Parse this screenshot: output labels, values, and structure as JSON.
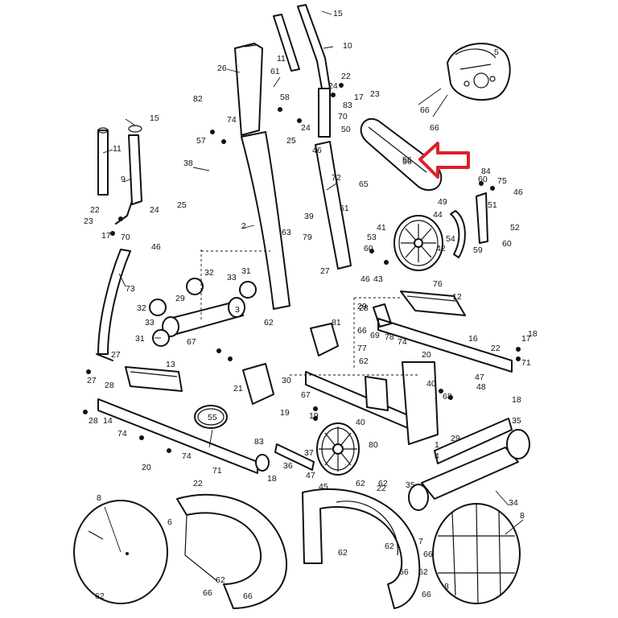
{
  "diagram": {
    "callouts": [
      "15",
      "10",
      "11",
      "5",
      "26",
      "22",
      "61",
      "24",
      "23",
      "82",
      "58",
      "17",
      "83",
      "66",
      "74",
      "15",
      "57",
      "25",
      "24",
      "70",
      "50",
      "66",
      "46",
      "11",
      "38",
      "9",
      "24",
      "25",
      "2",
      "72",
      "65",
      "60",
      "84",
      "75",
      "46",
      "56",
      "22",
      "23",
      "17",
      "70",
      "46",
      "39",
      "63",
      "61",
      "52",
      "49",
      "60",
      "79",
      "44",
      "51",
      "59",
      "41",
      "42",
      "54",
      "53",
      "60",
      "27",
      "46",
      "43",
      "73",
      "32",
      "31",
      "32",
      "33",
      "29",
      "3",
      "76",
      "12",
      "29",
      "33",
      "31",
      "62",
      "81",
      "28",
      "28",
      "66",
      "69",
      "77",
      "78",
      "62",
      "74",
      "20",
      "16",
      "17",
      "18",
      "22",
      "71",
      "67",
      "21",
      "13",
      "27",
      "30",
      "40",
      "68",
      "47",
      "48",
      "27",
      "67",
      "18",
      "28",
      "19",
      "19",
      "55",
      "14",
      "74",
      "40",
      "80",
      "83",
      "37",
      "29",
      "35",
      "74",
      "20",
      "1",
      "71",
      "22",
      "18",
      "47",
      "36",
      "4",
      "8",
      "62",
      "45",
      "34",
      "35",
      "22",
      "6",
      "66",
      "62",
      "7",
      "62",
      "8",
      "62",
      "66",
      "62",
      "66",
      "66",
      "62",
      "8",
      "66",
      "62"
    ],
    "highlighted_part": "56",
    "highlight_color": "#d8232a"
  }
}
